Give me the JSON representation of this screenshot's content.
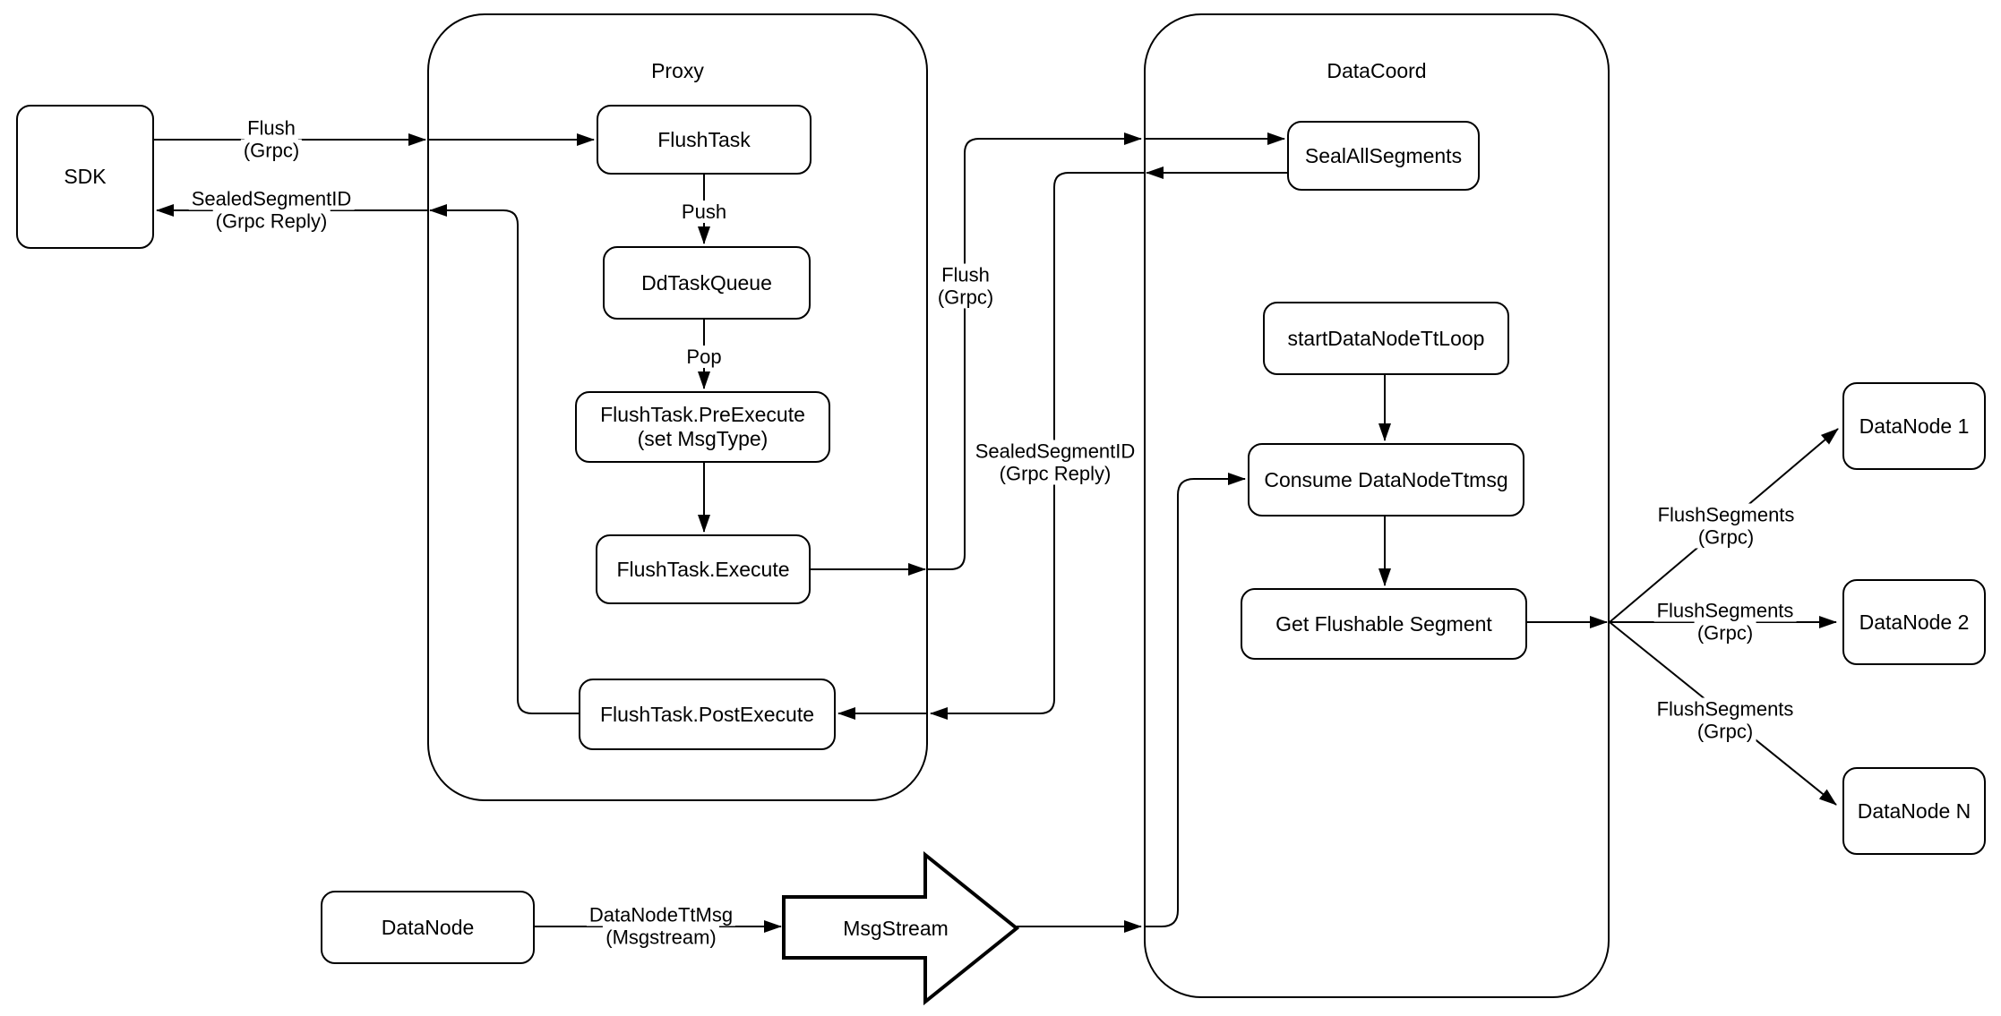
{
  "diagram": {
    "containers": {
      "proxy": {
        "label": "Proxy"
      },
      "datacoord": {
        "label": "DataCoord"
      }
    },
    "nodes": {
      "sdk": {
        "label": "SDK"
      },
      "flushTask": {
        "label": "FlushTask"
      },
      "ddTaskQueue": {
        "label": "DdTaskQueue"
      },
      "preExecute": {
        "line1": "FlushTask.PreExecute",
        "line2": "(set MsgType)"
      },
      "execute": {
        "label": "FlushTask.Execute"
      },
      "postExecute": {
        "label": "FlushTask.PostExecute"
      },
      "sealAllSegments": {
        "label": "SealAllSegments"
      },
      "startDataNodeTtLoop": {
        "label": "startDataNodeTtLoop"
      },
      "consumeDataNodeTtmsg": {
        "label": "Consume DataNodeTtmsg"
      },
      "getFlushableSegment": {
        "label": "Get Flushable Segment"
      },
      "dataNode1": {
        "label": "DataNode 1"
      },
      "dataNode2": {
        "label": "DataNode 2"
      },
      "dataNodeN": {
        "label": "DataNode N"
      },
      "dataNodeBottom": {
        "label": "DataNode"
      },
      "msgStream": {
        "label": "MsgStream"
      }
    },
    "edgeLabels": {
      "flushGrpcSdk": {
        "line1": "Flush",
        "line2": "(Grpc)"
      },
      "sealedSegmentIdSdk": {
        "line1": "SealedSegmentID",
        "line2": "(Grpc Reply)"
      },
      "push": {
        "line1": "Push"
      },
      "pop": {
        "line1": "Pop"
      },
      "flushGrpcMid": {
        "line1": "Flush",
        "line2": "(Grpc)"
      },
      "sealedSegmentIdMid": {
        "line1": "SealedSegmentID",
        "line2": "(Grpc Reply)"
      },
      "flushSegments1": {
        "line1": "FlushSegments",
        "line2": "(Grpc)"
      },
      "flushSegments2": {
        "line1": "FlushSegments",
        "line2": "(Grpc)"
      },
      "flushSegments3": {
        "line1": "FlushSegments",
        "line2": "(Grpc)"
      },
      "dataNodeTtMsg": {
        "line1": "DataNodeTtMsg",
        "line2": "(Msgstream)"
      }
    },
    "colors": {
      "stroke": "#000000",
      "fill": "#ffffff",
      "background": "#ffffff"
    }
  }
}
